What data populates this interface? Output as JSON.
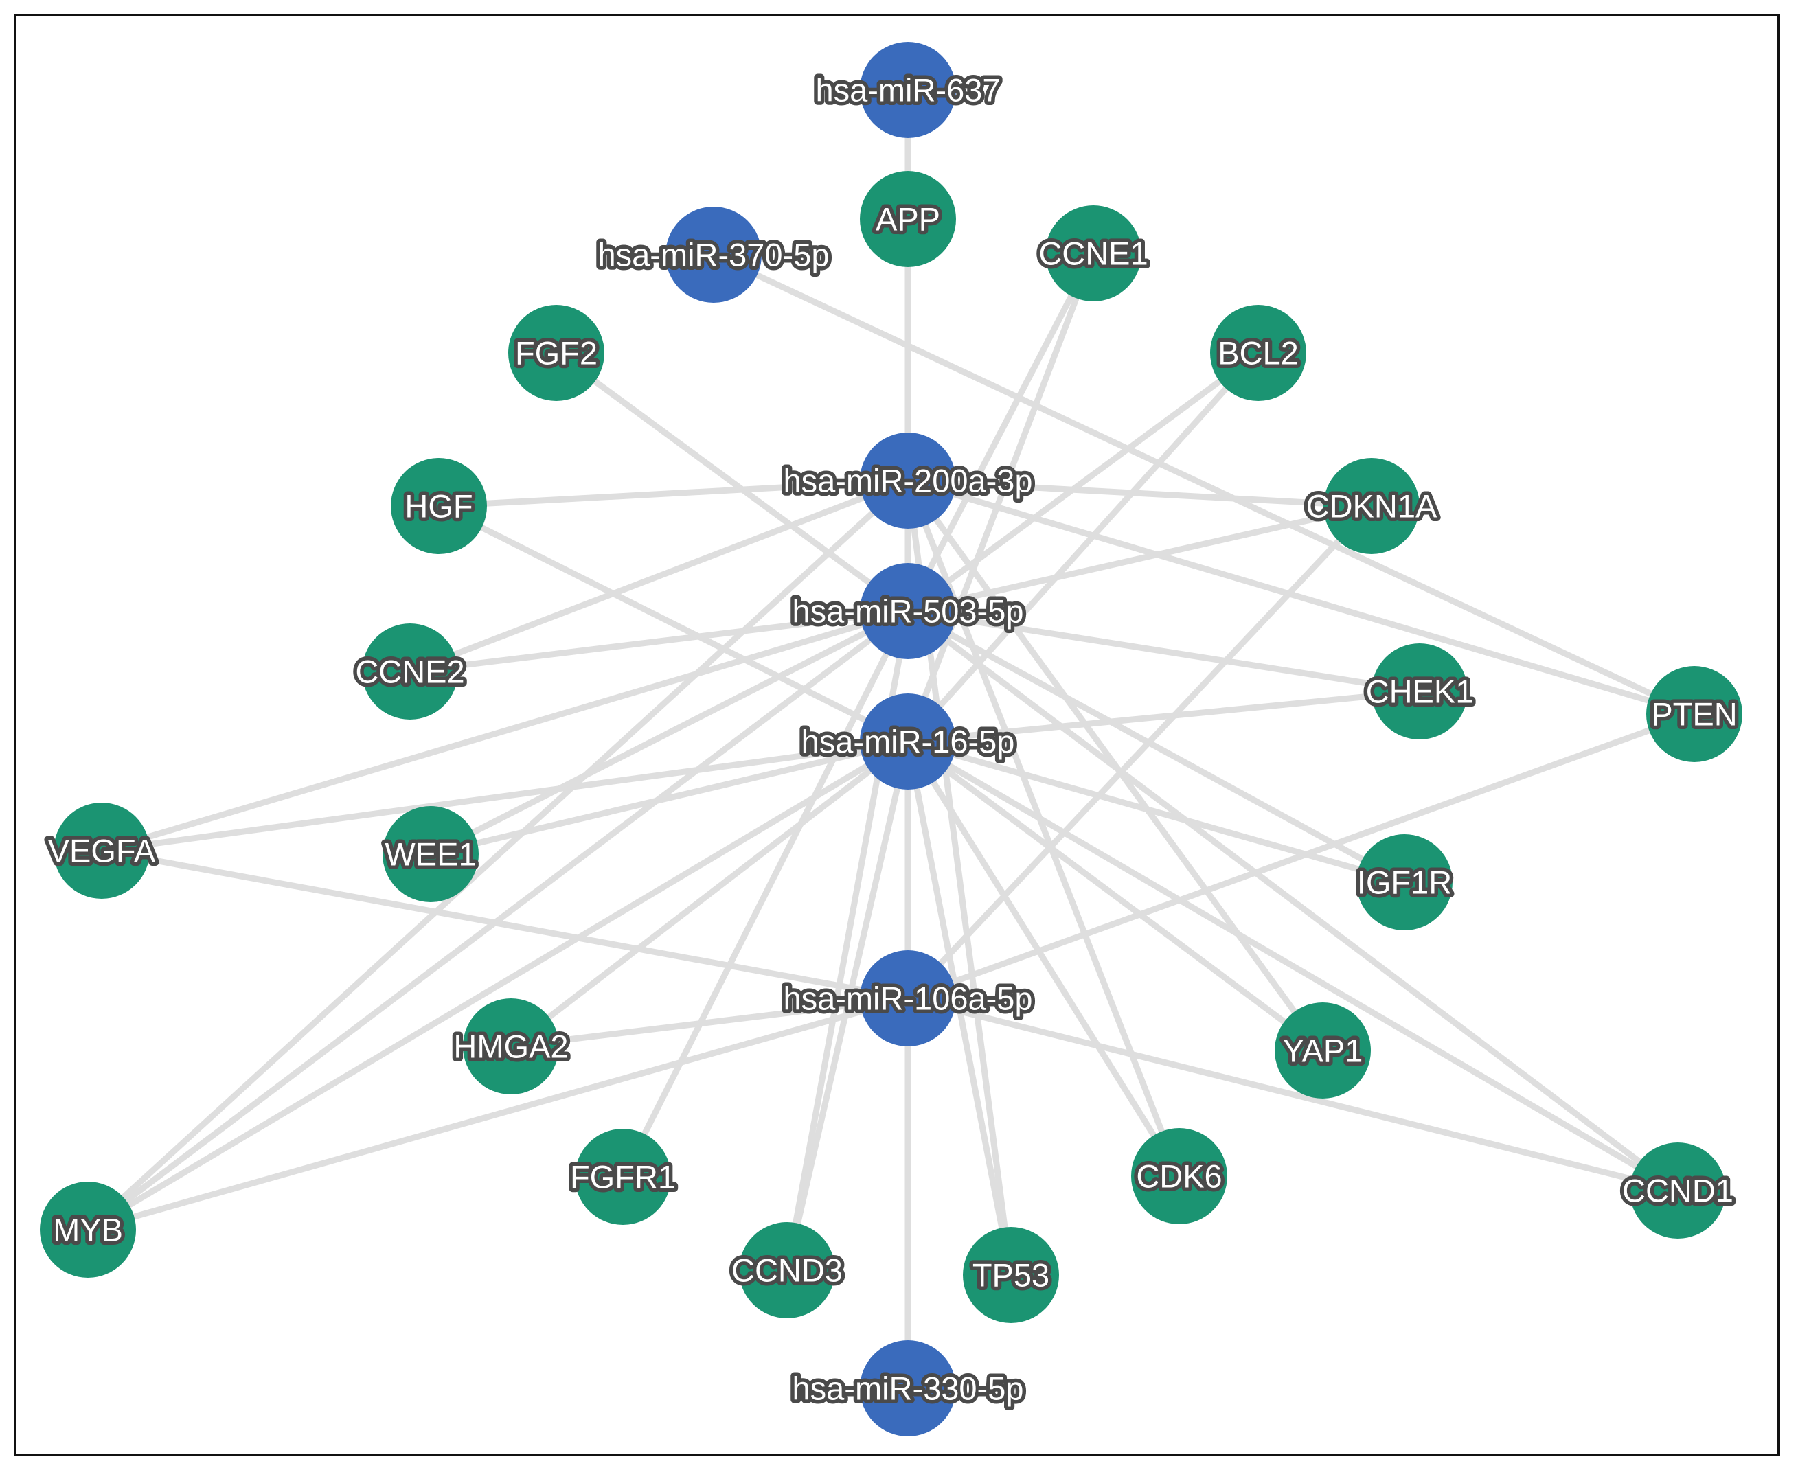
{
  "colors": {
    "mirna_node": "#3a6bbc",
    "gene_node": "#1b9472",
    "edge": "#dedede",
    "label_fill": "#ffffff",
    "label_outline": "#4a4a4a",
    "frame": "#111111"
  },
  "nodes": [
    {
      "id": "hsa-miR-637",
      "type": "miRNA"
    },
    {
      "id": "hsa-miR-370-5p",
      "type": "miRNA"
    },
    {
      "id": "hsa-miR-200a-3p",
      "type": "miRNA"
    },
    {
      "id": "hsa-miR-503-5p",
      "type": "miRNA"
    },
    {
      "id": "hsa-miR-16-5p",
      "type": "miRNA"
    },
    {
      "id": "hsa-miR-106a-5p",
      "type": "miRNA"
    },
    {
      "id": "hsa-miR-330-5p",
      "type": "miRNA"
    },
    {
      "id": "APP",
      "type": "gene"
    },
    {
      "id": "CCNE1",
      "type": "gene"
    },
    {
      "id": "FGF2",
      "type": "gene"
    },
    {
      "id": "BCL2",
      "type": "gene"
    },
    {
      "id": "HGF",
      "type": "gene"
    },
    {
      "id": "CDKN1A",
      "type": "gene"
    },
    {
      "id": "CCNE2",
      "type": "gene"
    },
    {
      "id": "CHEK1",
      "type": "gene"
    },
    {
      "id": "PTEN",
      "type": "gene"
    },
    {
      "id": "VEGFA",
      "type": "gene"
    },
    {
      "id": "WEE1",
      "type": "gene"
    },
    {
      "id": "IGF1R",
      "type": "gene"
    },
    {
      "id": "HMGA2",
      "type": "gene"
    },
    {
      "id": "YAP1",
      "type": "gene"
    },
    {
      "id": "FGFR1",
      "type": "gene"
    },
    {
      "id": "CDK6",
      "type": "gene"
    },
    {
      "id": "CCND1",
      "type": "gene"
    },
    {
      "id": "MYB",
      "type": "gene"
    },
    {
      "id": "CCND3",
      "type": "gene"
    },
    {
      "id": "TP53",
      "type": "gene"
    }
  ],
  "edges": [
    [
      "hsa-miR-637",
      "APP"
    ],
    [
      "hsa-miR-370-5p",
      "PTEN"
    ],
    [
      "hsa-miR-200a-3p",
      "APP"
    ],
    [
      "hsa-miR-200a-3p",
      "HGF"
    ],
    [
      "hsa-miR-200a-3p",
      "CCNE2"
    ],
    [
      "hsa-miR-200a-3p",
      "CDKN1A"
    ],
    [
      "hsa-miR-200a-3p",
      "PTEN"
    ],
    [
      "hsa-miR-200a-3p",
      "CDK6"
    ],
    [
      "hsa-miR-200a-3p",
      "YAP1"
    ],
    [
      "hsa-miR-200a-3p",
      "TP53"
    ],
    [
      "hsa-miR-200a-3p",
      "MYB"
    ],
    [
      "hsa-miR-503-5p",
      "APP"
    ],
    [
      "hsa-miR-503-5p",
      "CCNE1"
    ],
    [
      "hsa-miR-503-5p",
      "FGF2"
    ],
    [
      "hsa-miR-503-5p",
      "BCL2"
    ],
    [
      "hsa-miR-503-5p",
      "CCNE2"
    ],
    [
      "hsa-miR-503-5p",
      "CHEK1"
    ],
    [
      "hsa-miR-503-5p",
      "VEGFA"
    ],
    [
      "hsa-miR-503-5p",
      "WEE1"
    ],
    [
      "hsa-miR-503-5p",
      "IGF1R"
    ],
    [
      "hsa-miR-503-5p",
      "CCND1"
    ],
    [
      "hsa-miR-503-5p",
      "FGFR1"
    ],
    [
      "hsa-miR-503-5p",
      "CCND3"
    ],
    [
      "hsa-miR-503-5p",
      "MYB"
    ],
    [
      "hsa-miR-503-5p",
      "CDKN1A"
    ],
    [
      "hsa-miR-16-5p",
      "CCNE1"
    ],
    [
      "hsa-miR-16-5p",
      "HGF"
    ],
    [
      "hsa-miR-16-5p",
      "CHEK1"
    ],
    [
      "hsa-miR-16-5p",
      "VEGFA"
    ],
    [
      "hsa-miR-16-5p",
      "WEE1"
    ],
    [
      "hsa-miR-16-5p",
      "IGF1R"
    ],
    [
      "hsa-miR-16-5p",
      "HMGA2"
    ],
    [
      "hsa-miR-16-5p",
      "YAP1"
    ],
    [
      "hsa-miR-16-5p",
      "CDK6"
    ],
    [
      "hsa-miR-16-5p",
      "CCND1"
    ],
    [
      "hsa-miR-16-5p",
      "CCND3"
    ],
    [
      "hsa-miR-16-5p",
      "TP53"
    ],
    [
      "hsa-miR-16-5p",
      "MYB"
    ],
    [
      "hsa-miR-16-5p",
      "hsa-miR-330-5p"
    ],
    [
      "hsa-miR-16-5p",
      "BCL2"
    ],
    [
      "hsa-miR-106a-5p",
      "VEGFA"
    ],
    [
      "hsa-miR-106a-5p",
      "HMGA2"
    ],
    [
      "hsa-miR-106a-5p",
      "CDKN1A"
    ],
    [
      "hsa-miR-106a-5p",
      "PTEN"
    ],
    [
      "hsa-miR-106a-5p",
      "CCND1"
    ],
    [
      "hsa-miR-106a-5p",
      "MYB"
    ]
  ]
}
